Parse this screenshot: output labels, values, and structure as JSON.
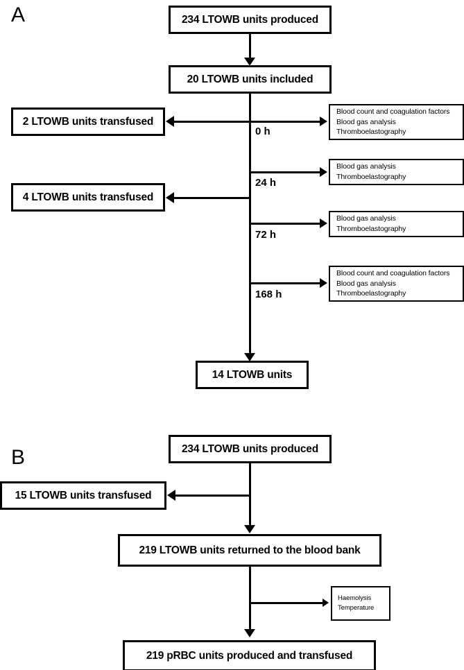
{
  "figure": {
    "panels": [
      {
        "id": "A",
        "label": "A",
        "boxes": {
          "produced": "234 LTOWB units produced",
          "included": "20 LTOWB units included",
          "transfused_0h": "2 LTOWB units transfused",
          "transfused_24h": "4 LTOWB units transfused",
          "final": "14 LTOWB units"
        },
        "timepoints": [
          {
            "label": "0 h",
            "tests": [
              "Blood count and coagulation factors",
              "Blood gas analysis",
              "Thromboelastography"
            ]
          },
          {
            "label": "24 h",
            "tests": [
              "Blood gas analysis",
              "Thromboelastography"
            ]
          },
          {
            "label": "72 h",
            "tests": [
              "Blood gas analysis",
              "Thromboelastography"
            ]
          },
          {
            "label": "168 h",
            "tests": [
              "Blood count and coagulation factors",
              "Blood gas analysis",
              "Thromboelastography"
            ]
          }
        ]
      },
      {
        "id": "B",
        "label": "B",
        "boxes": {
          "produced": "234 LTOWB units produced",
          "transfused": "15 LTOWB units transfused",
          "returned": "219 LTOWB units returned to the blood bank",
          "final": "219 pRBC units produced and transfused"
        },
        "tests_box": [
          "Haemolysis",
          "Temperature"
        ]
      }
    ],
    "colors": {
      "stroke": "#000000",
      "fill": "#ffffff",
      "text": "#000000"
    }
  }
}
